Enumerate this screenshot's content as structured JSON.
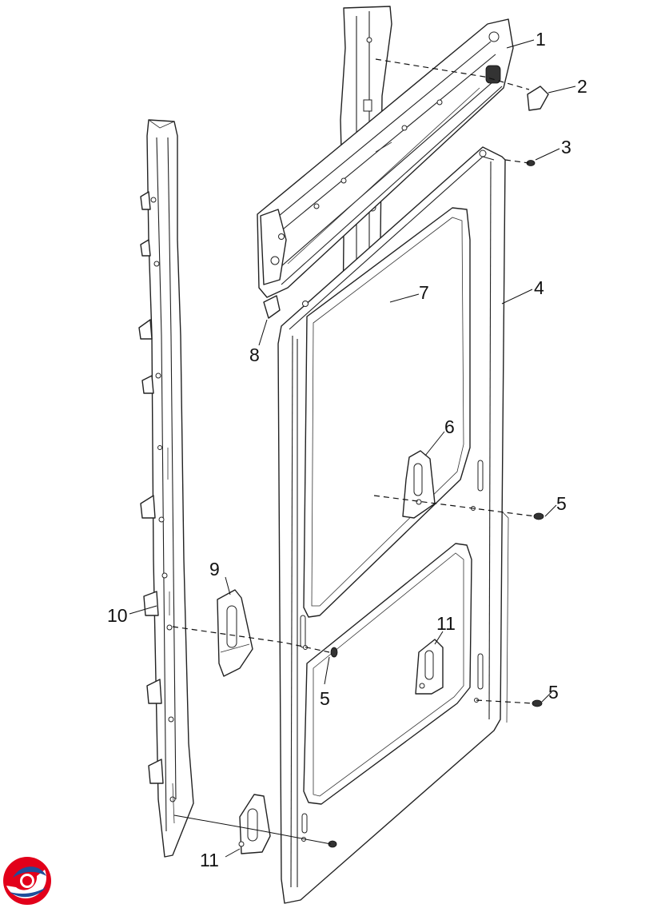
{
  "diagram": {
    "callouts": [
      "1",
      "2",
      "3",
      "4",
      "5",
      "6",
      "7",
      "8",
      "9",
      "10",
      "11",
      "5",
      "5",
      "11"
    ]
  },
  "logo": {
    "name": "brand-logo-icon",
    "colors": [
      "#e2001a",
      "#1f4e9a"
    ]
  }
}
